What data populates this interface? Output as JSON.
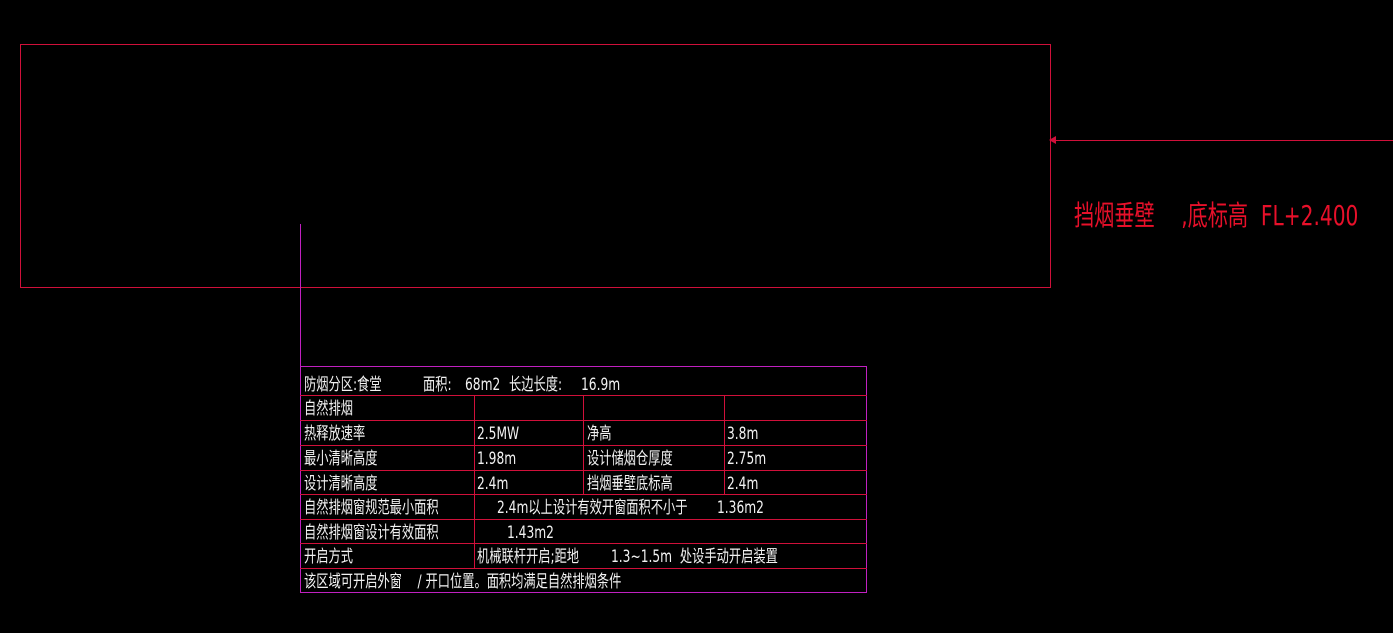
{
  "annotation": {
    "text": "挡烟垂壁　 ,底标高  FL+2.400"
  },
  "colors": {
    "background": "#000000",
    "outline_red": "#d0103a",
    "table_border_magenta": "#c020c0",
    "annotation_red": "#e8102a",
    "table_text": "#f2f2f2"
  },
  "table": {
    "header": {
      "zone": "防烟分区:食堂",
      "area_label": "面积:",
      "area_value": "68m2",
      "length_label": "长边长度:",
      "length_value": "16.9m"
    },
    "natural_exhaust": "自然排烟",
    "heat_release_label": "热释放速率",
    "heat_release_value": "2.5MW",
    "net_height_label": "净高",
    "net_height_value": "3.8m",
    "min_clear_height_label": "最小清晰高度",
    "min_clear_height_value": "1.98m",
    "smoke_reservoir_label": "设计储烟仓厚度",
    "smoke_reservoir_value": "2.75m",
    "design_clear_height_label": "设计清晰高度",
    "design_clear_height_value": "2.4m",
    "curtain_bottom_label": "挡烟垂壁底标高",
    "curtain_bottom_value": "2.4m",
    "min_window_area_label": "自然排烟窗规范最小面积",
    "min_window_area_text": "2.4m以上设计有效开窗面积不小于",
    "min_window_area_value": "1.36m2",
    "design_window_area_label": "自然排烟窗设计有效面积",
    "design_window_area_value": "1.43m2",
    "opening_method_label": "开启方式",
    "opening_method_text": "机械联杆开启;距地",
    "opening_method_height": "1.3~1.5m  处设手动开启装置",
    "footer": "该区域可开启外窗    / 开口位置。面积均满足自然排烟条件"
  }
}
